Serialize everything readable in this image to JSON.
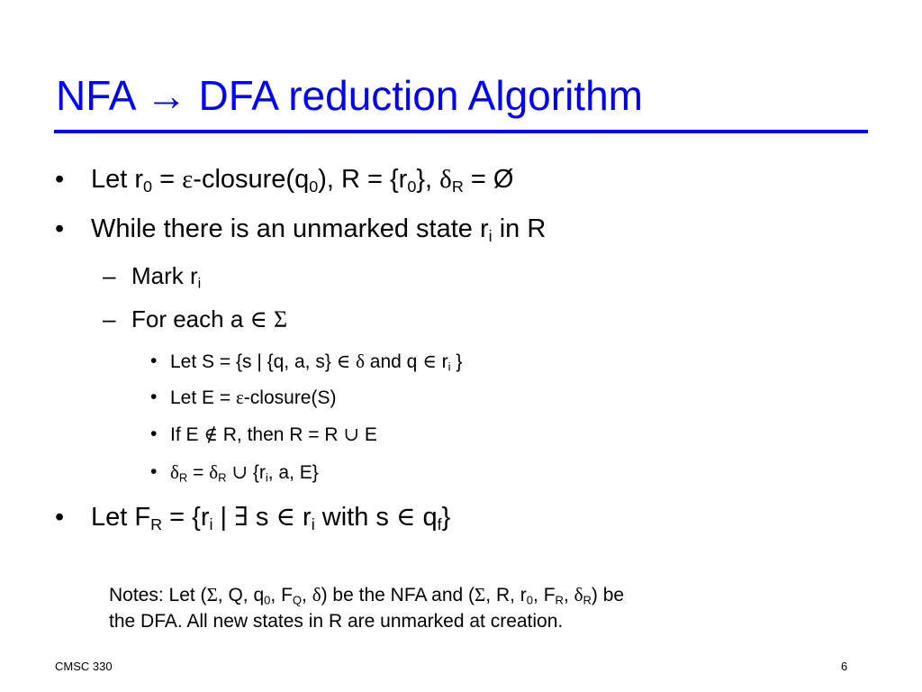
{
  "slide": {
    "title_prefix": "NFA ",
    "title_arrow": "→",
    "title_suffix": " DFA reduction Algorithm",
    "accent_color": "#0000ff"
  },
  "bullet_marks": {
    "l1": "•",
    "l2": "–",
    "l3": "•"
  },
  "bullets": [
    {
      "p1": "Let r",
      "s1": "0",
      "p2": " = ",
      "g1": "ε",
      "p3": "-closure(q",
      "s2": "0",
      "p4": "), R = {r",
      "s3": "0",
      "p5": "}, ",
      "g2": "δ",
      "s4": "R",
      "p6": " = Ø"
    },
    {
      "p1": "While there is an unmarked state r",
      "s1": "i",
      "p2": " in R"
    },
    {
      "p1": "Mark r",
      "s1": "i"
    },
    {
      "p1": "For each a ",
      "g1": "∈",
      "p2": " ",
      "g2": "Σ"
    },
    {
      "p1": "Let S = {s | {q, a, s} ",
      "g1": "∈",
      "p2": " ",
      "g2": "δ",
      "p3": " and q ",
      "g3": "∈",
      "p4": " r",
      "s1": "i",
      "p5": " }"
    },
    {
      "p1": "Let E = ",
      "g1": "ε",
      "p2": "-closure(S)"
    },
    {
      "p1": "If E ",
      "g1": "∉",
      "p2": " R, then R = R ",
      "g2": "∪",
      "p3": " E"
    },
    {
      "g1": "δ",
      "s1": "R",
      "p1": " = ",
      "g2": "δ",
      "s2": "R",
      "p2": " ",
      "g3": "∪",
      "p3": " {r",
      "s3": "i",
      "p4": ", a, E}"
    },
    {
      "p1": "Let F",
      "s1": "R",
      "p2": " = {r",
      "s2": "i",
      "p3": " | ",
      "g1": "∃",
      "p4": " s ",
      "g2": "∈",
      "p5": " r",
      "s3": "i",
      "p6": " with s ",
      "g3": "∈",
      "p7": " q",
      "s4": "f",
      "p8": "}"
    }
  ],
  "notes": {
    "l1": {
      "a": "Notes: Let (",
      "g1": "Σ",
      "b": ", Q, q",
      "s1": "0",
      "c": ", F",
      "s2": "Q",
      "d": ", ",
      "g2": "δ",
      "e": ") be the NFA and (",
      "g3": "Σ",
      "f": ", R, r",
      "s3": "0",
      "g": ", F",
      "s4": "R",
      "h": ", ",
      "g4": "δ",
      "s5": "R",
      "i": ") be"
    },
    "l2": "the DFA.  All new states in R are unmarked at creation."
  },
  "footer": {
    "course": "CMSC 330",
    "page": "6"
  }
}
